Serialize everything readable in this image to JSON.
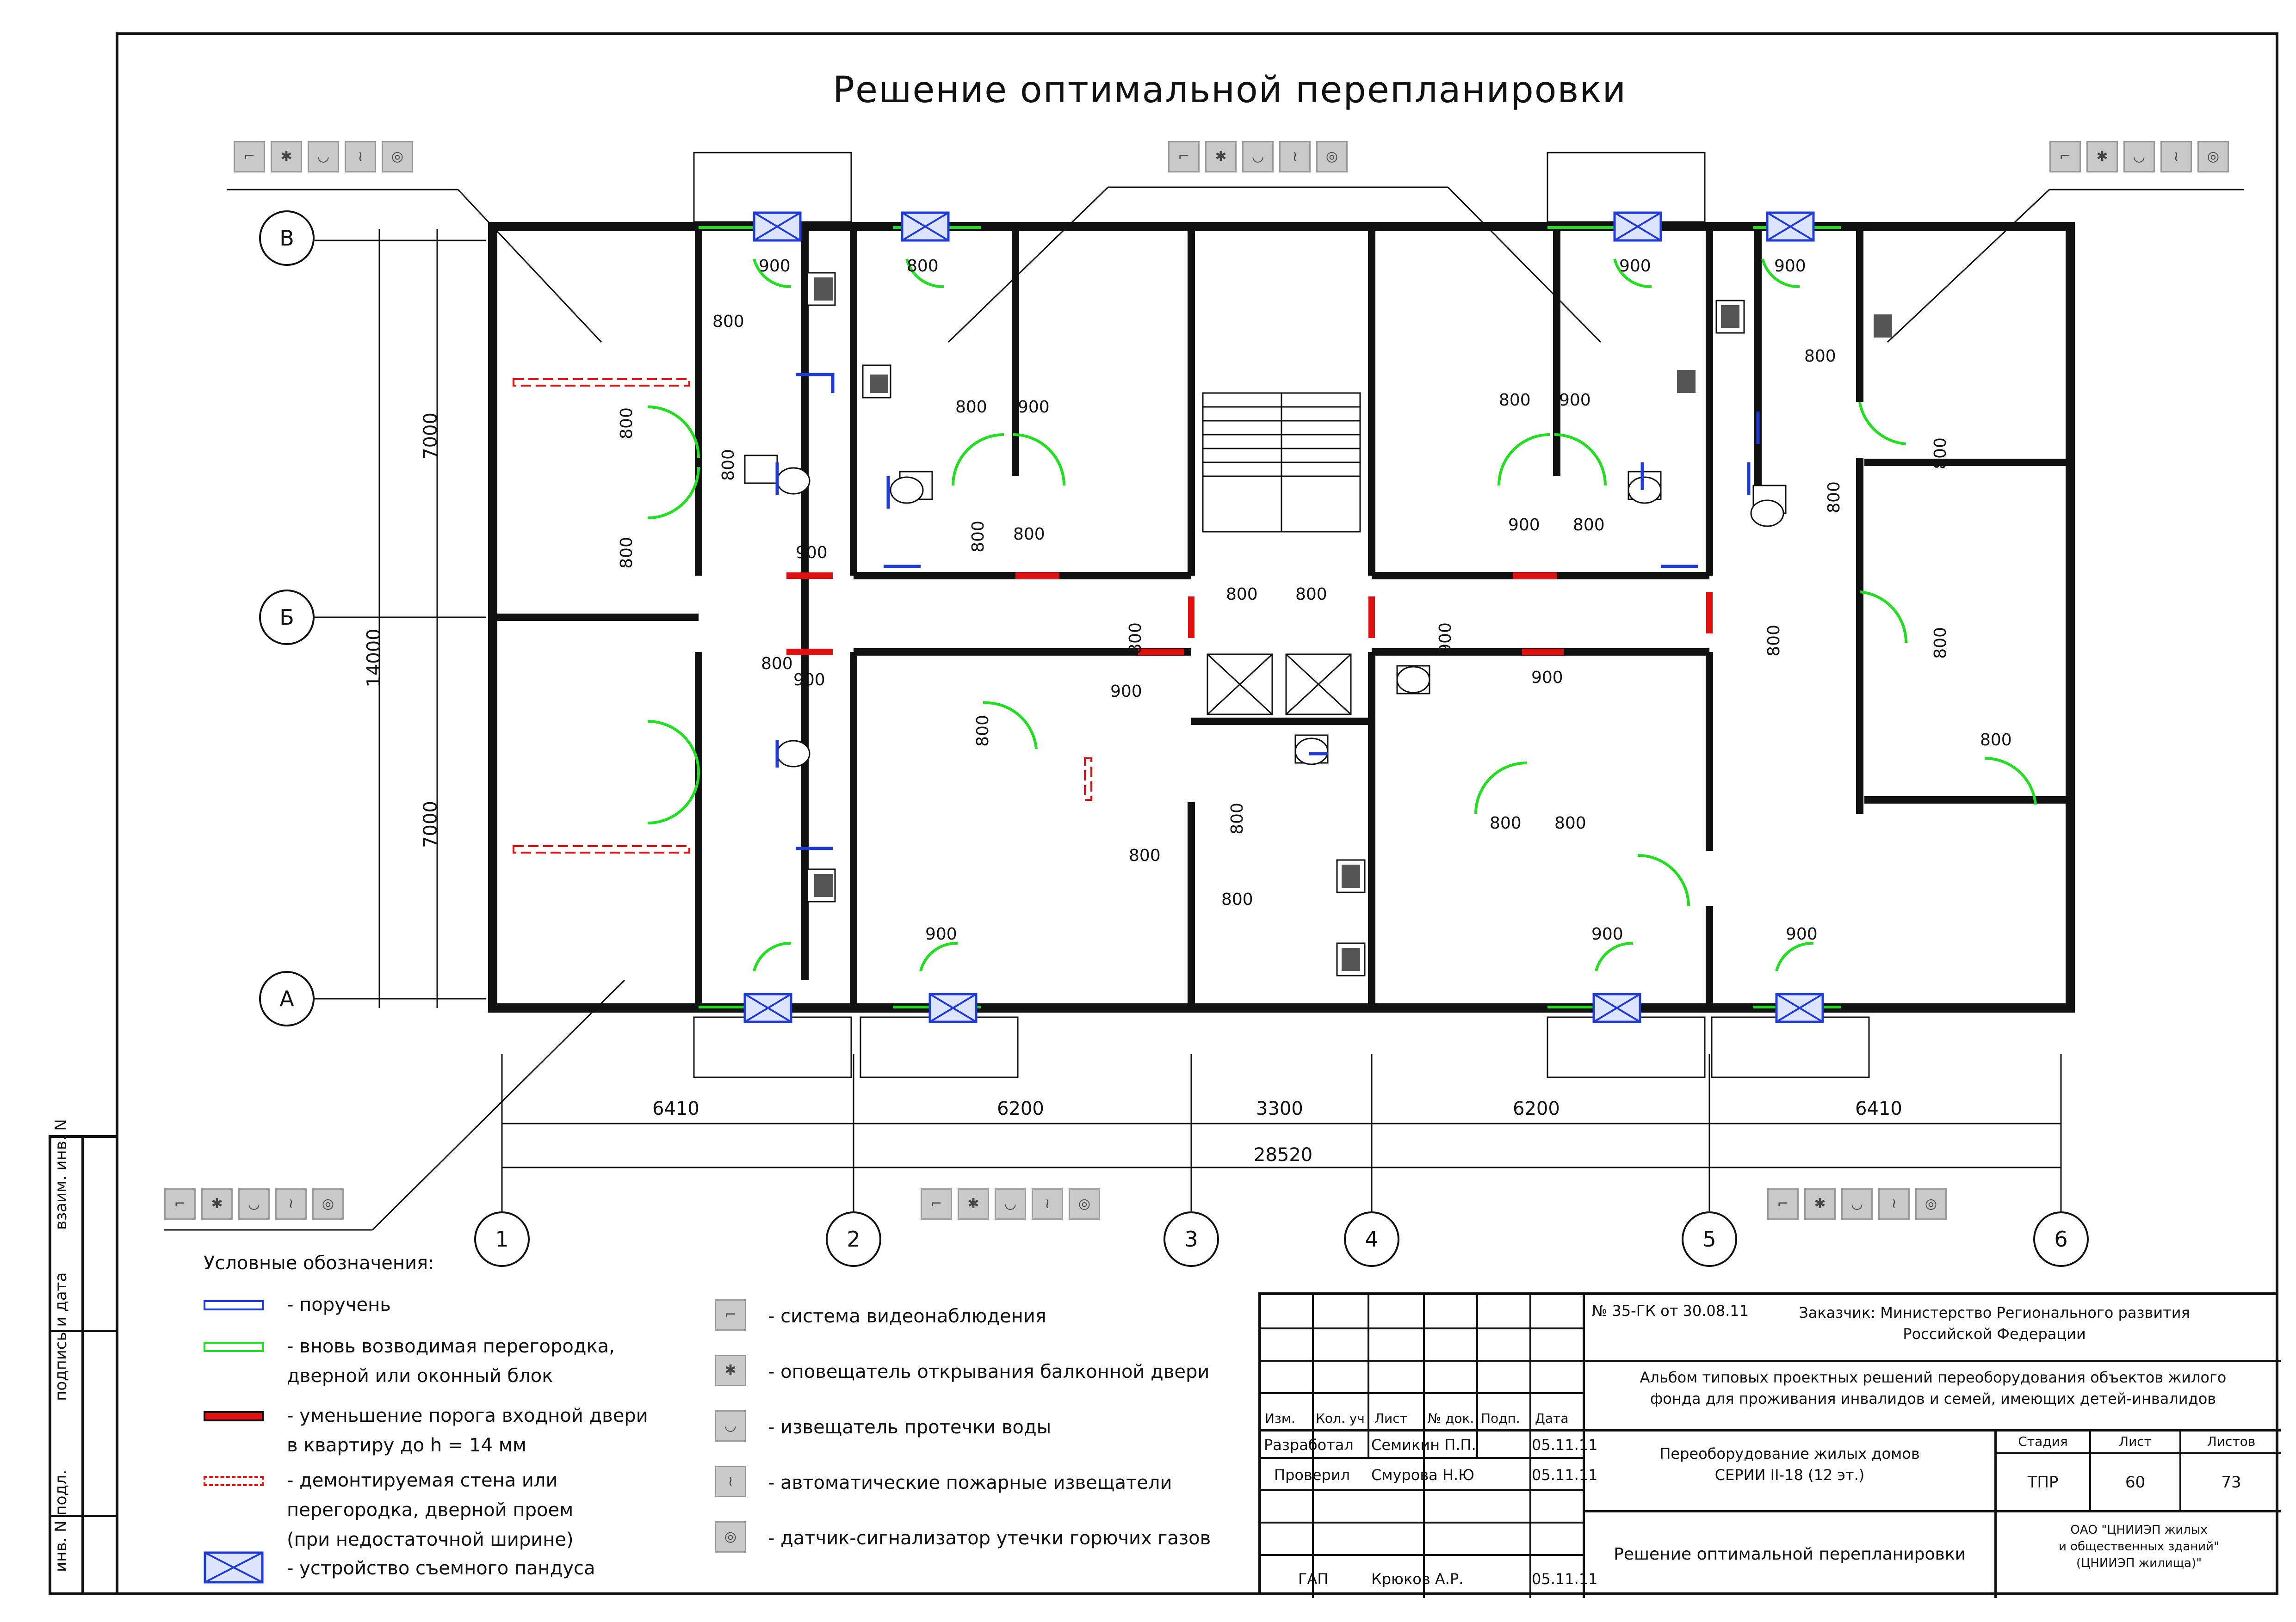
{
  "title": "Решение оптимальной  перепланировки",
  "side_stamp": {
    "labels": [
      "инв. N подл.",
      "подпись и дата",
      "взаим. инв. N"
    ]
  },
  "axes": {
    "rows": [
      "В",
      "Б",
      "А"
    ],
    "cols": [
      "1",
      "2",
      "3",
      "4",
      "5",
      "6"
    ]
  },
  "dimensions": {
    "vertical_total": "14000",
    "vertical_parts": [
      "7000",
      "7000"
    ],
    "horizontal_spans": [
      "6410",
      "6200",
      "3300",
      "6200",
      "6410"
    ],
    "horizontal_total": "28520",
    "door_labels": [
      "900",
      "800",
      "800",
      "800",
      "800",
      "900",
      "800",
      "800",
      "900",
      "800",
      "800",
      "800",
      "800",
      "800",
      "900",
      "900",
      "800",
      "900",
      "900",
      "800",
      "800",
      "800",
      "800",
      "800",
      "900",
      "800",
      "800",
      "900",
      "900",
      "800",
      "800",
      "800",
      "800",
      "900",
      "900",
      "900",
      "800",
      "800",
      "800",
      "900"
    ]
  },
  "sensor_icons": [
    "camera-icon",
    "balcony-alarm-icon",
    "water-leak-icon",
    "fire-detector-icon",
    "gas-detector-icon"
  ],
  "legend": {
    "heading": "Условные обозначения:",
    "left": [
      {
        "label": "- поручень",
        "color": "#1f3bd6"
      },
      {
        "label": "- вновь возводимая перегородка,\nдверной или оконный блок",
        "color": "#22dd22"
      },
      {
        "label": "- уменьшение порога входной двери\nв квартиру до h = 14 мм",
        "color": "#e01010"
      },
      {
        "label": "- демонтируемая стена или\nперегородка, дверной проем\n(при недостаточной ширине)",
        "color": "#e01010"
      },
      {
        "label": "- устройство съемного пандуса",
        "color": "#1f3bd6"
      }
    ],
    "right": [
      {
        "label": "- система видеонаблюдения",
        "icon": "camera-icon"
      },
      {
        "label": "- оповещатель открывания балконной двери",
        "icon": "balcony-alarm-icon"
      },
      {
        "label": "- извещатель протечки воды",
        "icon": "water-leak-icon"
      },
      {
        "label": "- автоматические пожарные извещатели",
        "icon": "fire-detector-icon"
      },
      {
        "label": "- датчик-сигнализатор утечки горючих газов",
        "icon": "gas-detector-icon"
      }
    ]
  },
  "stamp": {
    "contract": "№ 35-ГК от 30.08.11",
    "customer": "Заказчик: Министерство Регионального развития\nРоссийской Федерации",
    "album": "Альбом типовых проектных решений переоборудования объектов жилого\nфонда для проживания инвалидов и семей, имеющих детей-инвалидов",
    "project": "Переоборудование жилых домов\nСЕРИИ II-18 (12 эт.)",
    "sheet_title": "Решение оптимальной перепланировки",
    "org": "ОАО \"ЦНИИЭП жилых\nи общественных зданий\"\n(ЦНИИЭП жилища)\"",
    "header_cols": [
      "Изм.",
      "Кол. уч",
      "Лист",
      "№ док.",
      "Подп.",
      "Дата"
    ],
    "stage_headers": [
      "Стадия",
      "Лист",
      "Листов"
    ],
    "stage_values": [
      "ТПР",
      "60",
      "73"
    ],
    "people": [
      {
        "role": "Разработал",
        "name": "Семикин П.П.",
        "date": "05.11.11"
      },
      {
        "role": "Проверил",
        "name": "Смурова Н.Ю",
        "date": "05.11.11"
      },
      {
        "role": "ГАП",
        "name": "Крюков А.Р.",
        "date": "05.11.11"
      }
    ]
  },
  "colors": {
    "wall": "#111111",
    "new_partition": "#22dd22",
    "threshold": "#e01010",
    "handrail": "#1f3bd6",
    "sensor_bg": "#c9c9c9"
  }
}
